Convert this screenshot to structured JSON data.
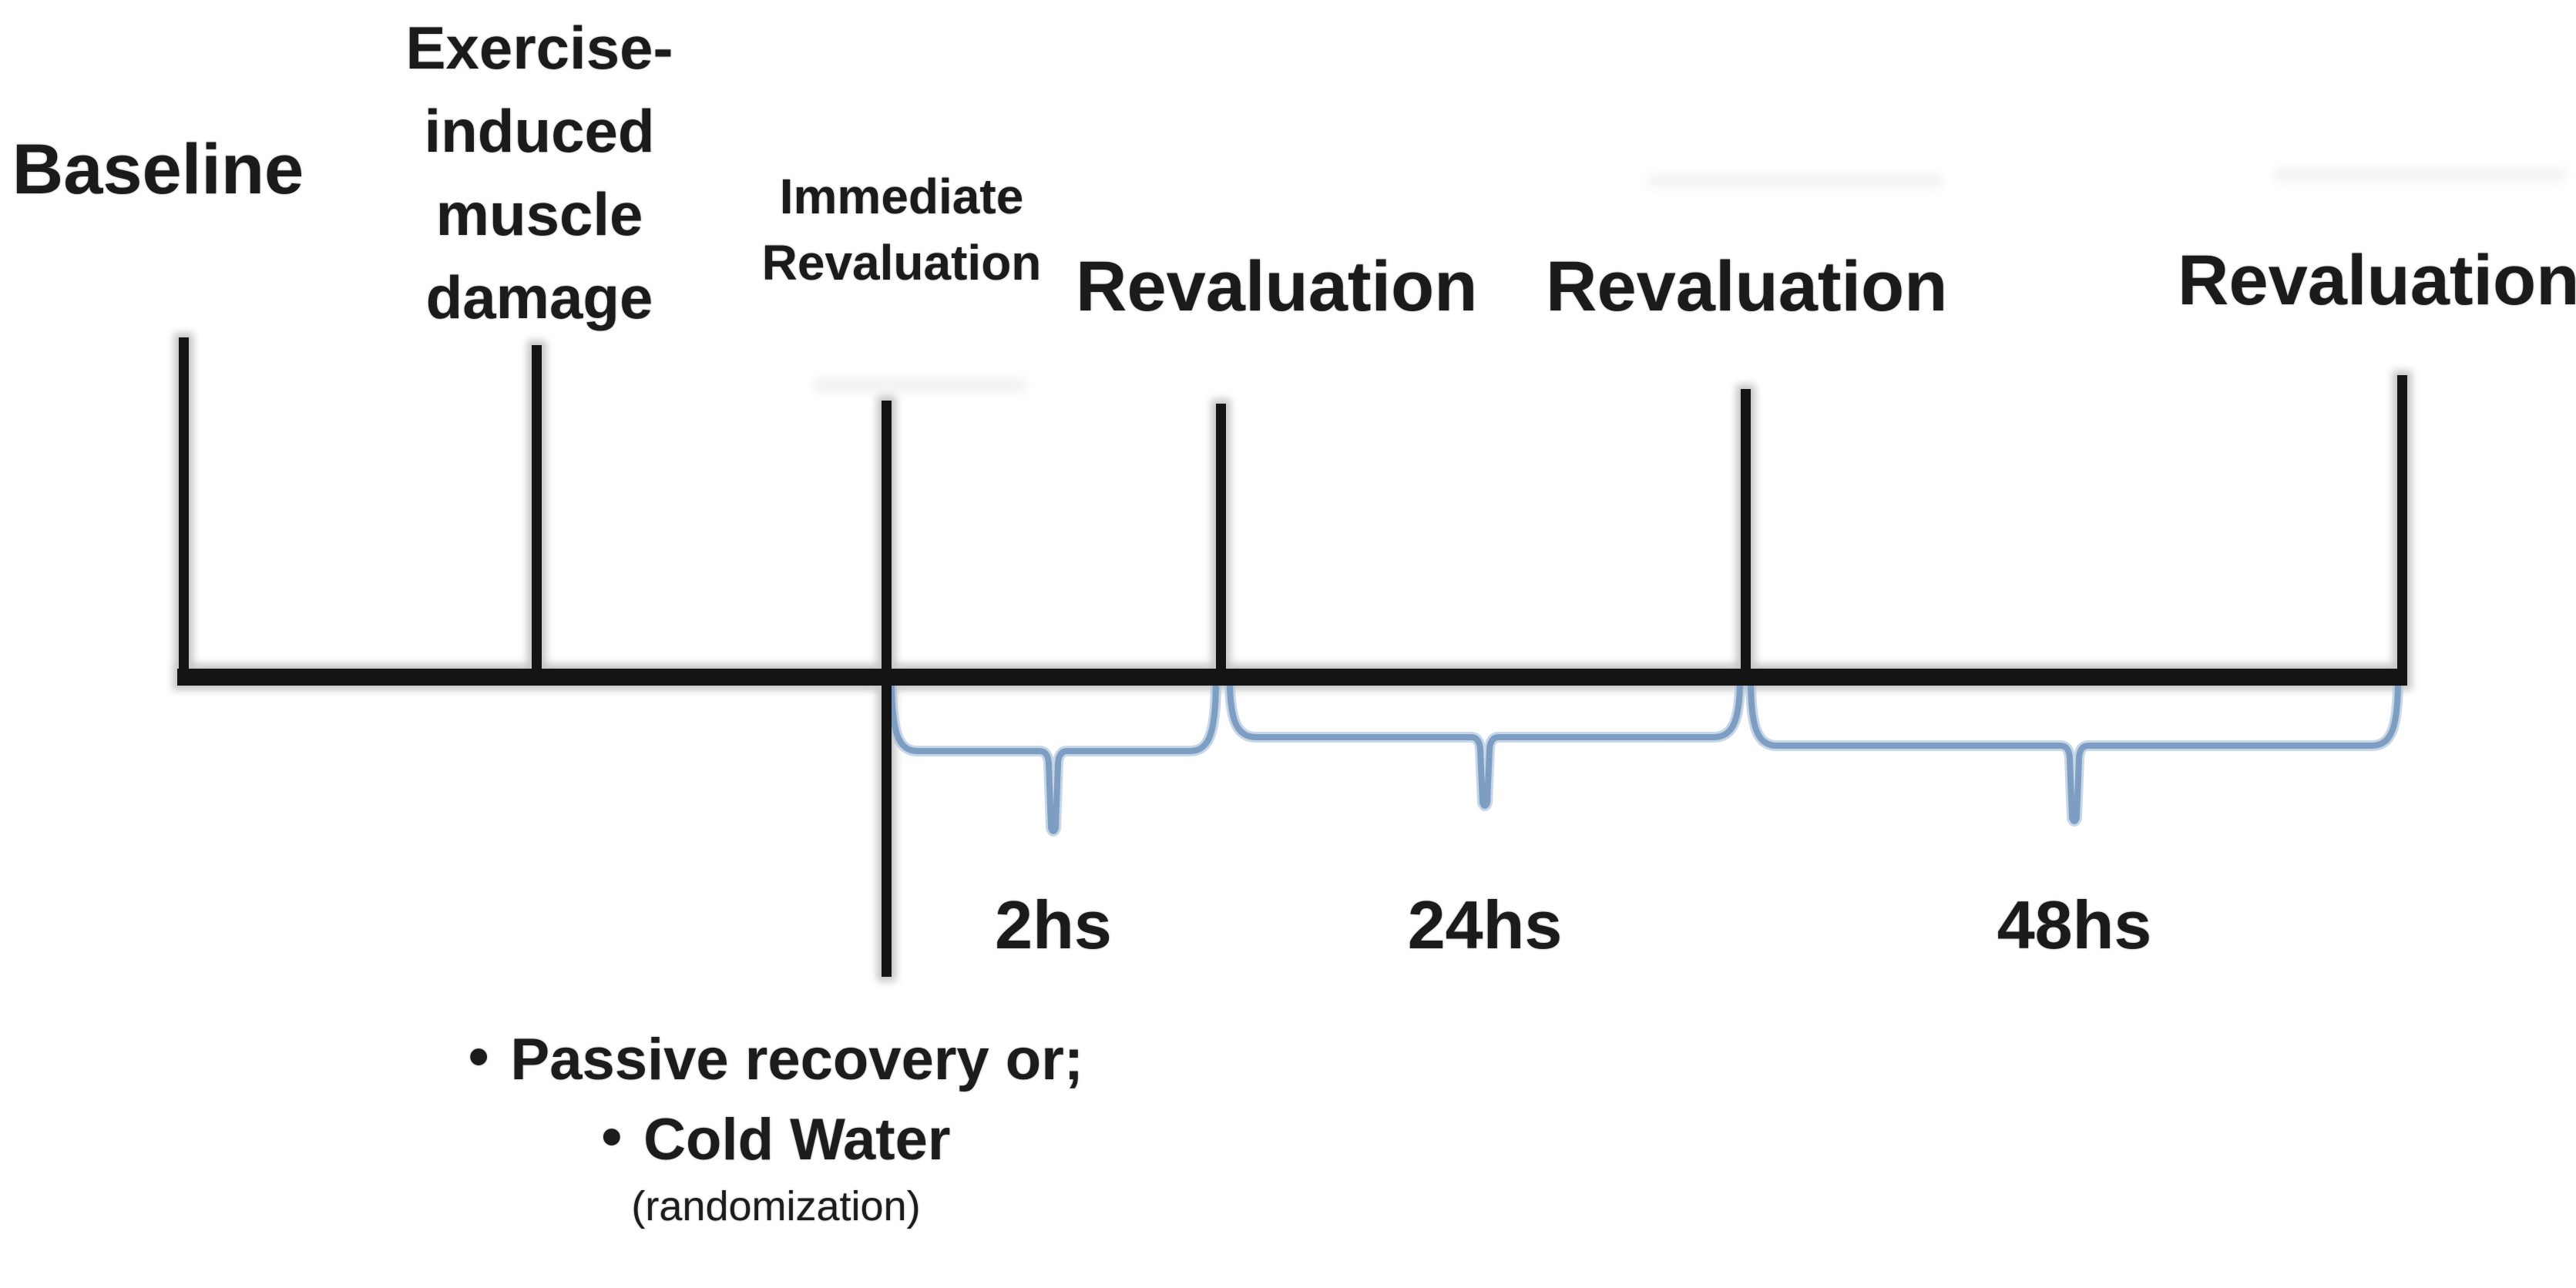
{
  "figure": {
    "description": "Study design timeline diagram",
    "colors": {
      "line": "#141414",
      "brace_blue": "#84a2c6",
      "brace_blue_light": "#aac1da",
      "shadow_gray": "#8c8c8c",
      "background": "#ffffff"
    },
    "events": [
      {
        "id": "baseline",
        "label": "Baseline"
      },
      {
        "id": "emd",
        "label": "Exercise-induced muscle damage",
        "lines": [
          "Exercise-",
          "induced",
          "muscle",
          "damage"
        ]
      },
      {
        "id": "immediate",
        "label": "Immediate Revaluation",
        "lines": [
          "Immediate",
          "Revaluation"
        ]
      },
      {
        "id": "reval-2h",
        "label": "Revaluation"
      },
      {
        "id": "reval-24h",
        "label": "Revaluation"
      },
      {
        "id": "reval-48h",
        "label": "Revaluation"
      }
    ],
    "intervals": [
      {
        "id": "interval-2hs",
        "label": "2hs"
      },
      {
        "id": "interval-24hs",
        "label": "24hs"
      },
      {
        "id": "interval-48hs",
        "label": "48hs"
      }
    ],
    "intervention": {
      "bullet_glyph": "•",
      "bullets": [
        "Passive recovery or;",
        "Cold Water"
      ],
      "note": "(randomization)"
    }
  }
}
